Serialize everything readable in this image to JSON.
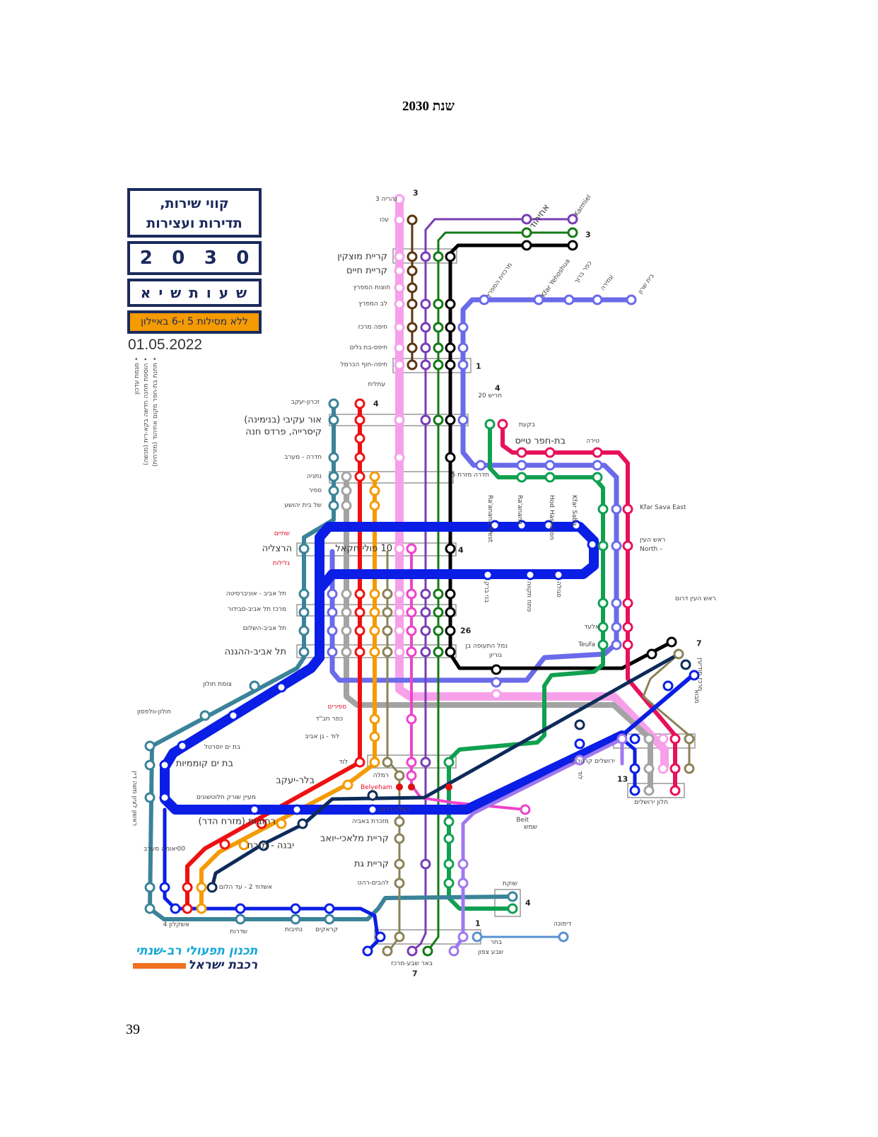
{
  "page": {
    "title": "שנת 2030",
    "page_number": "39"
  },
  "legend": {
    "title_line1": "קווי שירות,",
    "title_line2": "תדירות ועצירות",
    "year_digits": [
      "2",
      "0",
      "3",
      "0"
    ],
    "period": "ש ע ו ת ש י א",
    "note": "ללא מסילות 5 ו-6 באיילון",
    "date": "01.05.2022",
    "remarks": [
      "• מגמת עדכון",
      "• הוספת תחנה חדשה בקא-רית (מנשה)",
      "• תחנת בת-חפר מקום אחיהוד (מזרחית)"
    ]
  },
  "stations": {
    "nahariya": "נהריה 3",
    "akko": "עכו",
    "kiryat_motzkin": "קריית מוצקין",
    "kiryat_haim": "קריית חיים",
    "hutzot": "חוצות המפרץ",
    "lev_hamifratz": "לב המפרץ",
    "haifa_merkaz": "חיפה מרכז",
    "bat_galim": "חיפס-בת גלים",
    "hof_hacarmel": "חיפה-חוף הכרמל",
    "atlit": "עתלית",
    "zichron": "זכרון-יעקב",
    "binyamina": "אור עקיבי (בנימינה)",
    "caesarea": "קיסרייה, פרדס חנה",
    "hadera_west": "חדרה - מערב",
    "netanya": "נתניה",
    "sapir": "ספיר",
    "beit_yehoshua": "של בית יהושע",
    "shfayim": "שתיים",
    "herzliya": "הרצליה",
    "glilot": "גלילות",
    "overlay": "10 פולי חקאל",
    "ta_university": "תל אביב - אוניברסיטה",
    "ta_savidor": "מרכז תל אביב-סבידור",
    "ta_hashalom": "תל אביב-השלום",
    "ta_hahagana": "תל אביב-ההגנה",
    "holon_junction": "צומת חולון",
    "holon_wolfson": "חולון-וולפסון",
    "bat_yam_yoseftal": "בת ים יוסרטל",
    "bat_yam_komemiyut": "בת ים קוממיות",
    "rishon": "ראשון לציון משה דיין",
    "maayan_sorek": "מעיין שורק חלוטשונים",
    "rehovot": "רחובות (מזרח הדר)",
    "beer_yaakov": "בלר-יעקב",
    "yavne_east": "יבנה - מזרח",
    "ashdod": "אשדוד 2 - עד הלום",
    "yavne_west": "00יאומה מערב",
    "ashkelon": "אשקלון 4",
    "sderot": "שדרות",
    "netivot": "נתיבות",
    "ofakim": "קראקים",
    "sapirim": "ספירים",
    "kfar_chabad": "כפר חב\"ד",
    "lod_gan_aviv": "לוד - גן אביב",
    "lod": "לוד",
    "ramla": "רמלה",
    "belyeham": "Belyeham",
    "ramla_south": "רמלה דרום",
    "mazkeret_batya": "מזכרת באביה",
    "kiryat_malachi": "קריית מלאכי-יואב",
    "kiryat_gat": "קריית גת",
    "lehavim": "להבים-רהט",
    "beit_shemesh_en": "Beit",
    "beit_shemesh_he": "שמש",
    "shoket": "שוקת",
    "dimona": "דימונה",
    "beer_north_a": "בחר",
    "beer_north": "שבע צפון",
    "beer_sheva_center": "באר שבע-מרכז",
    "jerusalem_2": "ירושלים קרטר 2",
    "jerusalem_window": "חלון ירושלים",
    "airport_1": "נמל התעופה בן",
    "airport_2": "גוריון",
    "teufa": "Teufa",
    "elad": "אלעד",
    "rosh_haayin_south": "ראש העין דרום",
    "rosh_haayin": "ראש העין",
    "rosh_haayin_north": "– North",
    "kfar_sava_east": "Kfar Sava East",
    "tira": "טירה",
    "bat_hefer": "בת-חפר טייס",
    "bikat": "בקעת",
    "harish": "חריש 20",
    "hadera_east": "חדרה מזרח 5",
    "merkazit_hamifratz": "מרכזית המפרץ",
    "kfar_yehoshua": "Kfar Yehoshua",
    "kfar_baruch": "כפר ברוך",
    "amira": "עמירה",
    "beit_shean": "בית שרון",
    "ahihud": "אחיהוד",
    "karmiel": "Karmiel",
    "raanana_west": "Ra'anana West",
    "raanana": "Ra'anana",
    "hod_hasharon": "Hod Hasharon",
    "kfar_saba": "Kfar Saba",
    "bnei_brak": "בני ברק",
    "petah_tikva": "פתח תקווה",
    "segula": "סגולה",
    "modiin": "מרכז מודיעין",
    "mevo": "מבוא",
    "lud_vert": "לוד"
  },
  "numbers": {
    "n3_top": "3",
    "n3_karmiel": "3",
    "n1_haifa": "1",
    "n4_zichron": "4",
    "n4_harish": "4",
    "n4_herzliya": "4",
    "n26": "26",
    "n7_right": "7",
    "n13": "13",
    "n4_south": "4",
    "n1_south": "1",
    "n7_bottom": "7"
  },
  "logo": {
    "line1": "תכנון תפעולי רב-שנתי",
    "line2": "רכבת ישראל"
  },
  "colors": {
    "nahariya_line": "#f7a0ea",
    "brown": "#5a3510",
    "purple": "#7a3db5",
    "dark_green": "#157a15",
    "black": "#000000",
    "periwinkle": "#6a6aea",
    "crimson": "#e8115b",
    "green": "#10a050",
    "teal": "#3a8399",
    "red": "#ee1111",
    "orange": "#f59a00",
    "grey": "#a3a3a3",
    "blue": "#0a1ee6",
    "navy": "#0d2b5a",
    "olive": "#8a8358",
    "magenta": "#ee44cc",
    "lavender": "#a078f0",
    "light_blue": "#5a90d0",
    "legend_border": "#1b2a5c",
    "legend_note": "#f59a00"
  }
}
